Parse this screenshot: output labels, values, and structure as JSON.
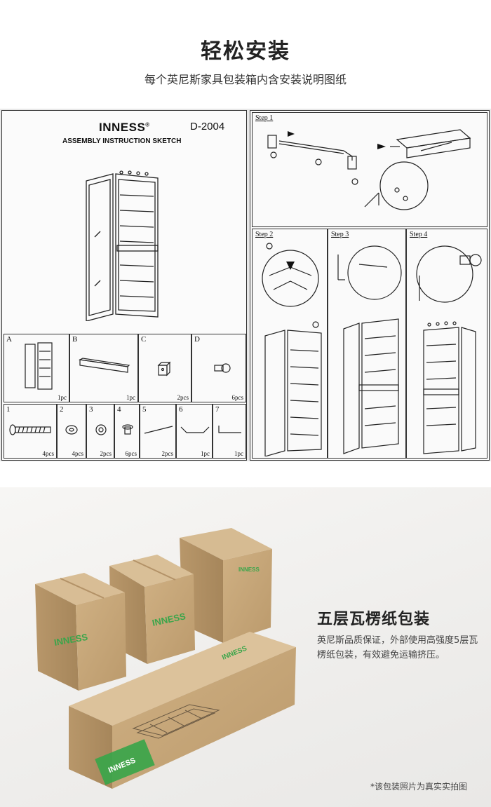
{
  "header": {
    "title": "轻松安装",
    "subtitle": "每个英尼斯家具包装箱内含安装说明图纸"
  },
  "manual": {
    "brand": "INNESS",
    "brand_mark": "®",
    "model": "D-2004",
    "sketch_title": "ASSEMBLY INSTRUCTION SKETCH",
    "parts": [
      {
        "id": "A",
        "qty": "1pc"
      },
      {
        "id": "B",
        "qty": "1pc"
      },
      {
        "id": "C",
        "qty": "2pcs"
      },
      {
        "id": "D",
        "qty": "6pcs"
      }
    ],
    "hardware": [
      {
        "id": "1",
        "qty": "4pcs"
      },
      {
        "id": "2",
        "qty": "4pcs"
      },
      {
        "id": "3",
        "qty": "2pcs"
      },
      {
        "id": "4",
        "qty": "6pcs"
      },
      {
        "id": "5",
        "qty": "2pcs"
      },
      {
        "id": "6",
        "qty": "1pc"
      },
      {
        "id": "7",
        "qty": "1pc"
      }
    ],
    "steps": [
      "Step 1",
      "Step 2",
      "Step 3",
      "Step 4"
    ]
  },
  "packaging": {
    "title": "五层瓦楞纸包装",
    "description": "英尼斯品质保证，外部使用高强度5层瓦楞纸包装，有效避免运输挤压。",
    "box_brand": "INNESS",
    "note": "*该包装照片为真实实拍图"
  },
  "colors": {
    "cardboard": "#c9a97e",
    "cardboard_dark": "#b08f63",
    "brand_green": "#3aa54a"
  }
}
